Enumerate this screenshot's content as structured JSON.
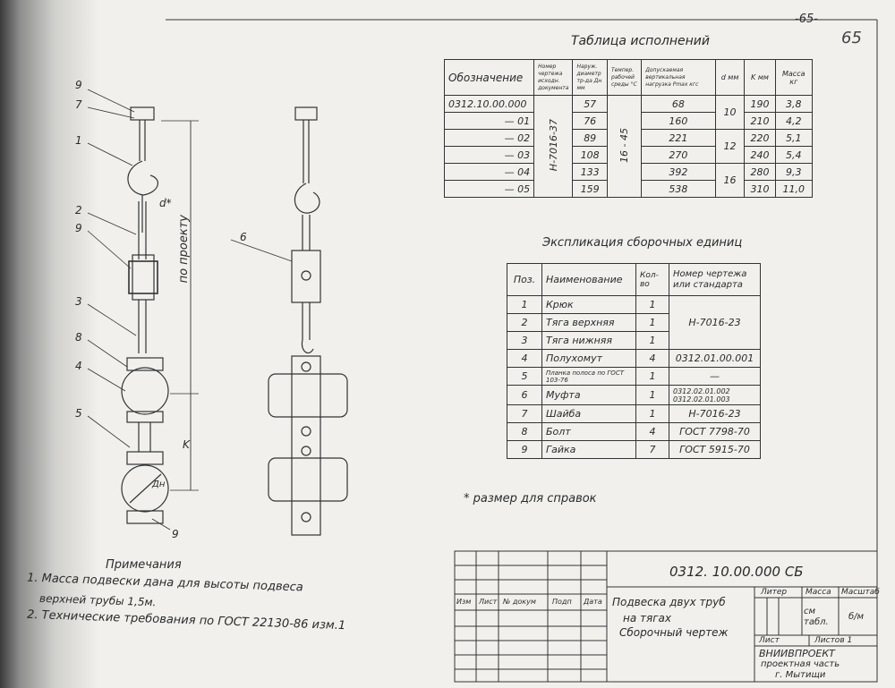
{
  "page_number": "-65-",
  "sheet_mark": "65",
  "table_exec": {
    "title": "Таблица исполнений",
    "headers": [
      "Обозначение",
      "Номер чертежа исходн. документа",
      "Наруж. диаметр тр-да Дн мм",
      "Темпер. рабочей среды °С",
      "Допускаемая вертикальная нагрузка Pmax кгс",
      "d мм",
      "K мм",
      "Масса кг"
    ],
    "doc_ref": "Н-7016-37",
    "temp_range": "16 - 45",
    "rows": [
      {
        "code": "0312.10.00.000",
        "dn": "57",
        "load": "68",
        "k": "190",
        "mass": "3,8"
      },
      {
        "code": "— 01",
        "dn": "76",
        "load": "160",
        "k": "210",
        "mass": "4,2"
      },
      {
        "code": "— 02",
        "dn": "89",
        "load": "221",
        "k": "220",
        "mass": "5,1"
      },
      {
        "code": "— 03",
        "dn": "108",
        "load": "270",
        "k": "240",
        "mass": "5,4"
      },
      {
        "code": "— 04",
        "dn": "133",
        "load": "392",
        "k": "280",
        "mass": "9,3"
      },
      {
        "code": "— 05",
        "dn": "159",
        "load": "538",
        "k": "310",
        "mass": "11,0"
      }
    ],
    "d_groups": [
      "10",
      "12",
      "16"
    ]
  },
  "table_parts": {
    "title": "Экспликация сборочных единиц",
    "headers": [
      "Поз.",
      "Наименование",
      "Кол-во",
      "Номер чертежа или стандарта"
    ],
    "rows": [
      {
        "pos": "1",
        "name": "Крюк",
        "qty": "1",
        "std": ""
      },
      {
        "pos": "2",
        "name": "Тяга верхняя",
        "qty": "1",
        "std": "Н-7016-23"
      },
      {
        "pos": "3",
        "name": "Тяга нижняя",
        "qty": "1",
        "std": ""
      },
      {
        "pos": "4",
        "name": "Полухомут",
        "qty": "4",
        "std": "0312.01.00.001"
      },
      {
        "pos": "5",
        "name": "Планка полоса по ГОСТ 103-76",
        "qty": "1",
        "std": "—"
      },
      {
        "pos": "6",
        "name": "Муфта",
        "qty": "1",
        "std": "0312.02.01.002 0312.02.01.003"
      },
      {
        "pos": "7",
        "name": "Шайба",
        "qty": "1",
        "std": "Н-7016-23"
      },
      {
        "pos": "8",
        "name": "Болт",
        "qty": "4",
        "std": "ГОСТ 7798-70"
      },
      {
        "pos": "9",
        "name": "Гайка",
        "qty": "7",
        "std": "ГОСТ 5915-70"
      }
    ]
  },
  "ref_note": "* размер для справок",
  "notes": {
    "title": "Примечания",
    "items": [
      "1. Масса подвески дана для высоты подвеса",
      "верхней трубы 1,5м.",
      "2. Технические требования по ГОСТ 22130-86 изм.1"
    ]
  },
  "drawing_labels": {
    "project": "по проекту",
    "k": "K",
    "d": "d*",
    "dn": "Дн",
    "positions": [
      "9",
      "7",
      "1",
      "2",
      "9",
      "3",
      "8",
      "4",
      "5",
      "9",
      "6"
    ]
  },
  "title_block": {
    "code": "0312. 10.00.000 СБ",
    "name1": "Подвеска двух труб",
    "name2": "на тягах",
    "name3": "Сборочный чертеж",
    "col_izm": "Изм",
    "col_list": "Лист",
    "col_doc": "№ докум",
    "col_sign": "Подп",
    "col_date": "Дата",
    "litera": "Литер",
    "massa": "Масса",
    "masshtab": "Масштаб",
    "mass_val": "см табл.",
    "scale_val": "б/м",
    "list": "Лист",
    "listov": "Листов 1",
    "org1": "ВНИИВПРОЕКТ",
    "org2": "проектная часть",
    "org3": "г. Мытищи"
  }
}
